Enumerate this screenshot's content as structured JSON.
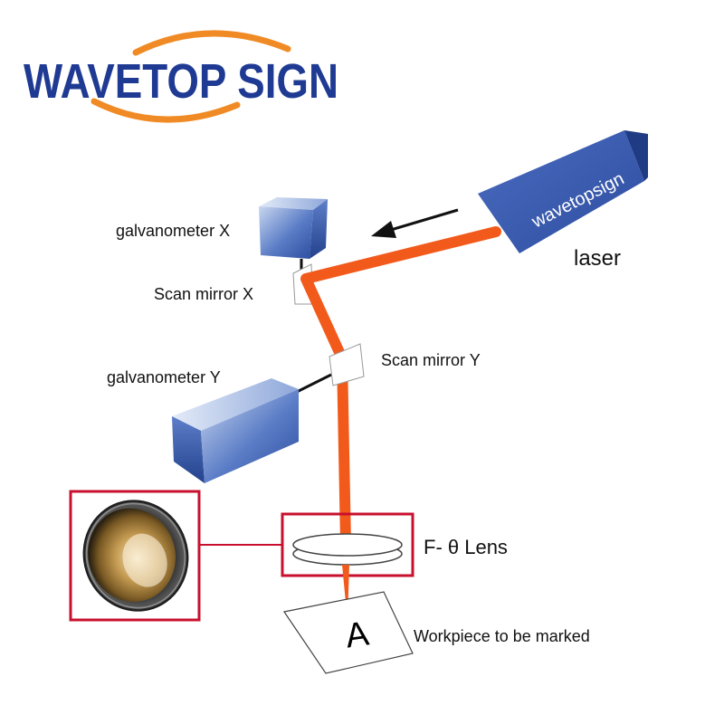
{
  "brand": {
    "logo_text": "WAVETOP SIGN",
    "logo_color": "#1f3a93",
    "swoosh_color": "#f08a24"
  },
  "laser": {
    "label": "laser",
    "housing_text": "wavetopsign",
    "housing_color": "#3b5eb5"
  },
  "galvanometer_x": {
    "label": "galvanometer X"
  },
  "scan_mirror_x": {
    "label": "Scan mirror X"
  },
  "galvanometer_y": {
    "label": "galvanometer Y"
  },
  "scan_mirror_y": {
    "label": "Scan mirror Y"
  },
  "lens": {
    "label": "F- θ Lens"
  },
  "workpiece": {
    "label": "Workpiece to be marked",
    "mark_text": "A"
  },
  "colors": {
    "beam": "#f25a1c",
    "highlight_box": "#c8102e"
  }
}
